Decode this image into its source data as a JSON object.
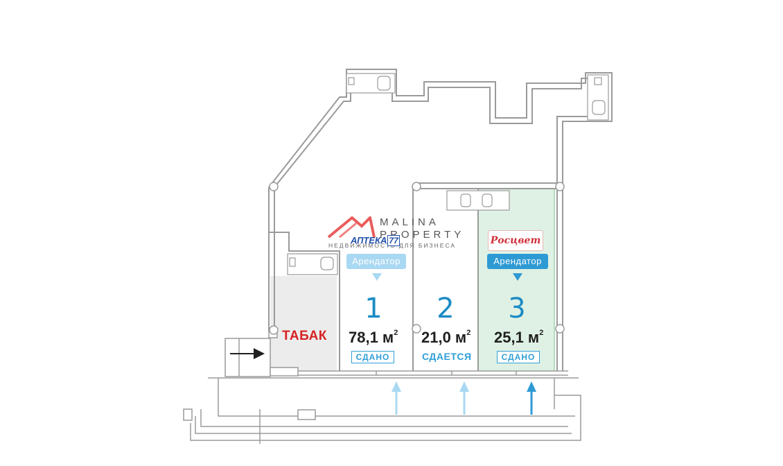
{
  "watermark": {
    "brand": "MALINA PROPERTY",
    "brand_line1": "MALINA",
    "brand_line2": "PROPERTY",
    "tagline": "НЕДВИЖИМОСТЬ ДЛЯ БИЗНЕСА",
    "color": "#e84a4a"
  },
  "tobacco": {
    "label": "ТАБАК",
    "color": "#d62222"
  },
  "units": [
    {
      "number": "1",
      "area": "78,1 м",
      "area_sup": "2",
      "status": "СДАНО",
      "tenant_label": "Арендатор",
      "tenant_logo": "АПТЕКА",
      "tenant_logo_suffix": "77"
    },
    {
      "number": "2",
      "area": "21,0 м",
      "area_sup": "2",
      "status": "СДАЕТСЯ"
    },
    {
      "number": "3",
      "area": "25,1 м",
      "area_sup": "2",
      "status": "СДАНО",
      "tenant_label": "Арендатор",
      "tenant_logo": "Росцвет"
    }
  ],
  "colors": {
    "wall": "#9a9a9a",
    "accent_blue": "#1b8bc4",
    "light_blue": "#a9d8f2",
    "green_fill": "#dff1e4",
    "grey_fill": "#ececec"
  },
  "icons": [
    "entrance-arrow-icon",
    "toilet-icon",
    "sink-icon",
    "column-icon"
  ]
}
